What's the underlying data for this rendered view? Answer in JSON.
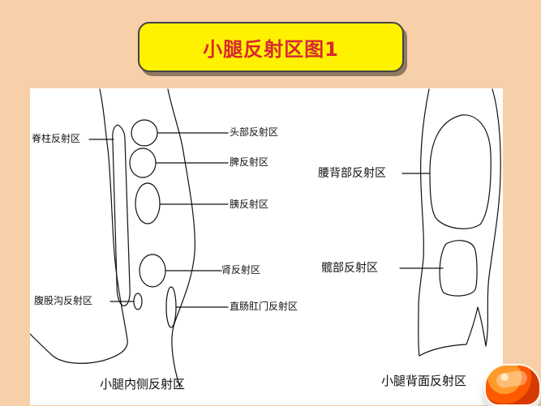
{
  "title": "小腿反射区图1",
  "left_diagram": {
    "labels": {
      "spine": "脊柱反射区",
      "head": "头部反射区",
      "spleen": "脾反射区",
      "pancreas": "胰反射区",
      "kidney": "肾反射区",
      "groin": "腹股沟反射区",
      "rectum_anus": "直肠肛门反射区"
    },
    "caption": "小腿内侧反射区"
  },
  "right_diagram": {
    "labels": {
      "lumbar_back": "腰背部反射区",
      "hip": "髋部反射区"
    },
    "caption": "小腿背面反射区"
  },
  "colors": {
    "background": "#f7d0a9",
    "title_box": "#fff200",
    "title_text": "#d9282f",
    "decor_icon": "#ff6a00"
  },
  "icons": {
    "corner": "orange-button-icon"
  }
}
